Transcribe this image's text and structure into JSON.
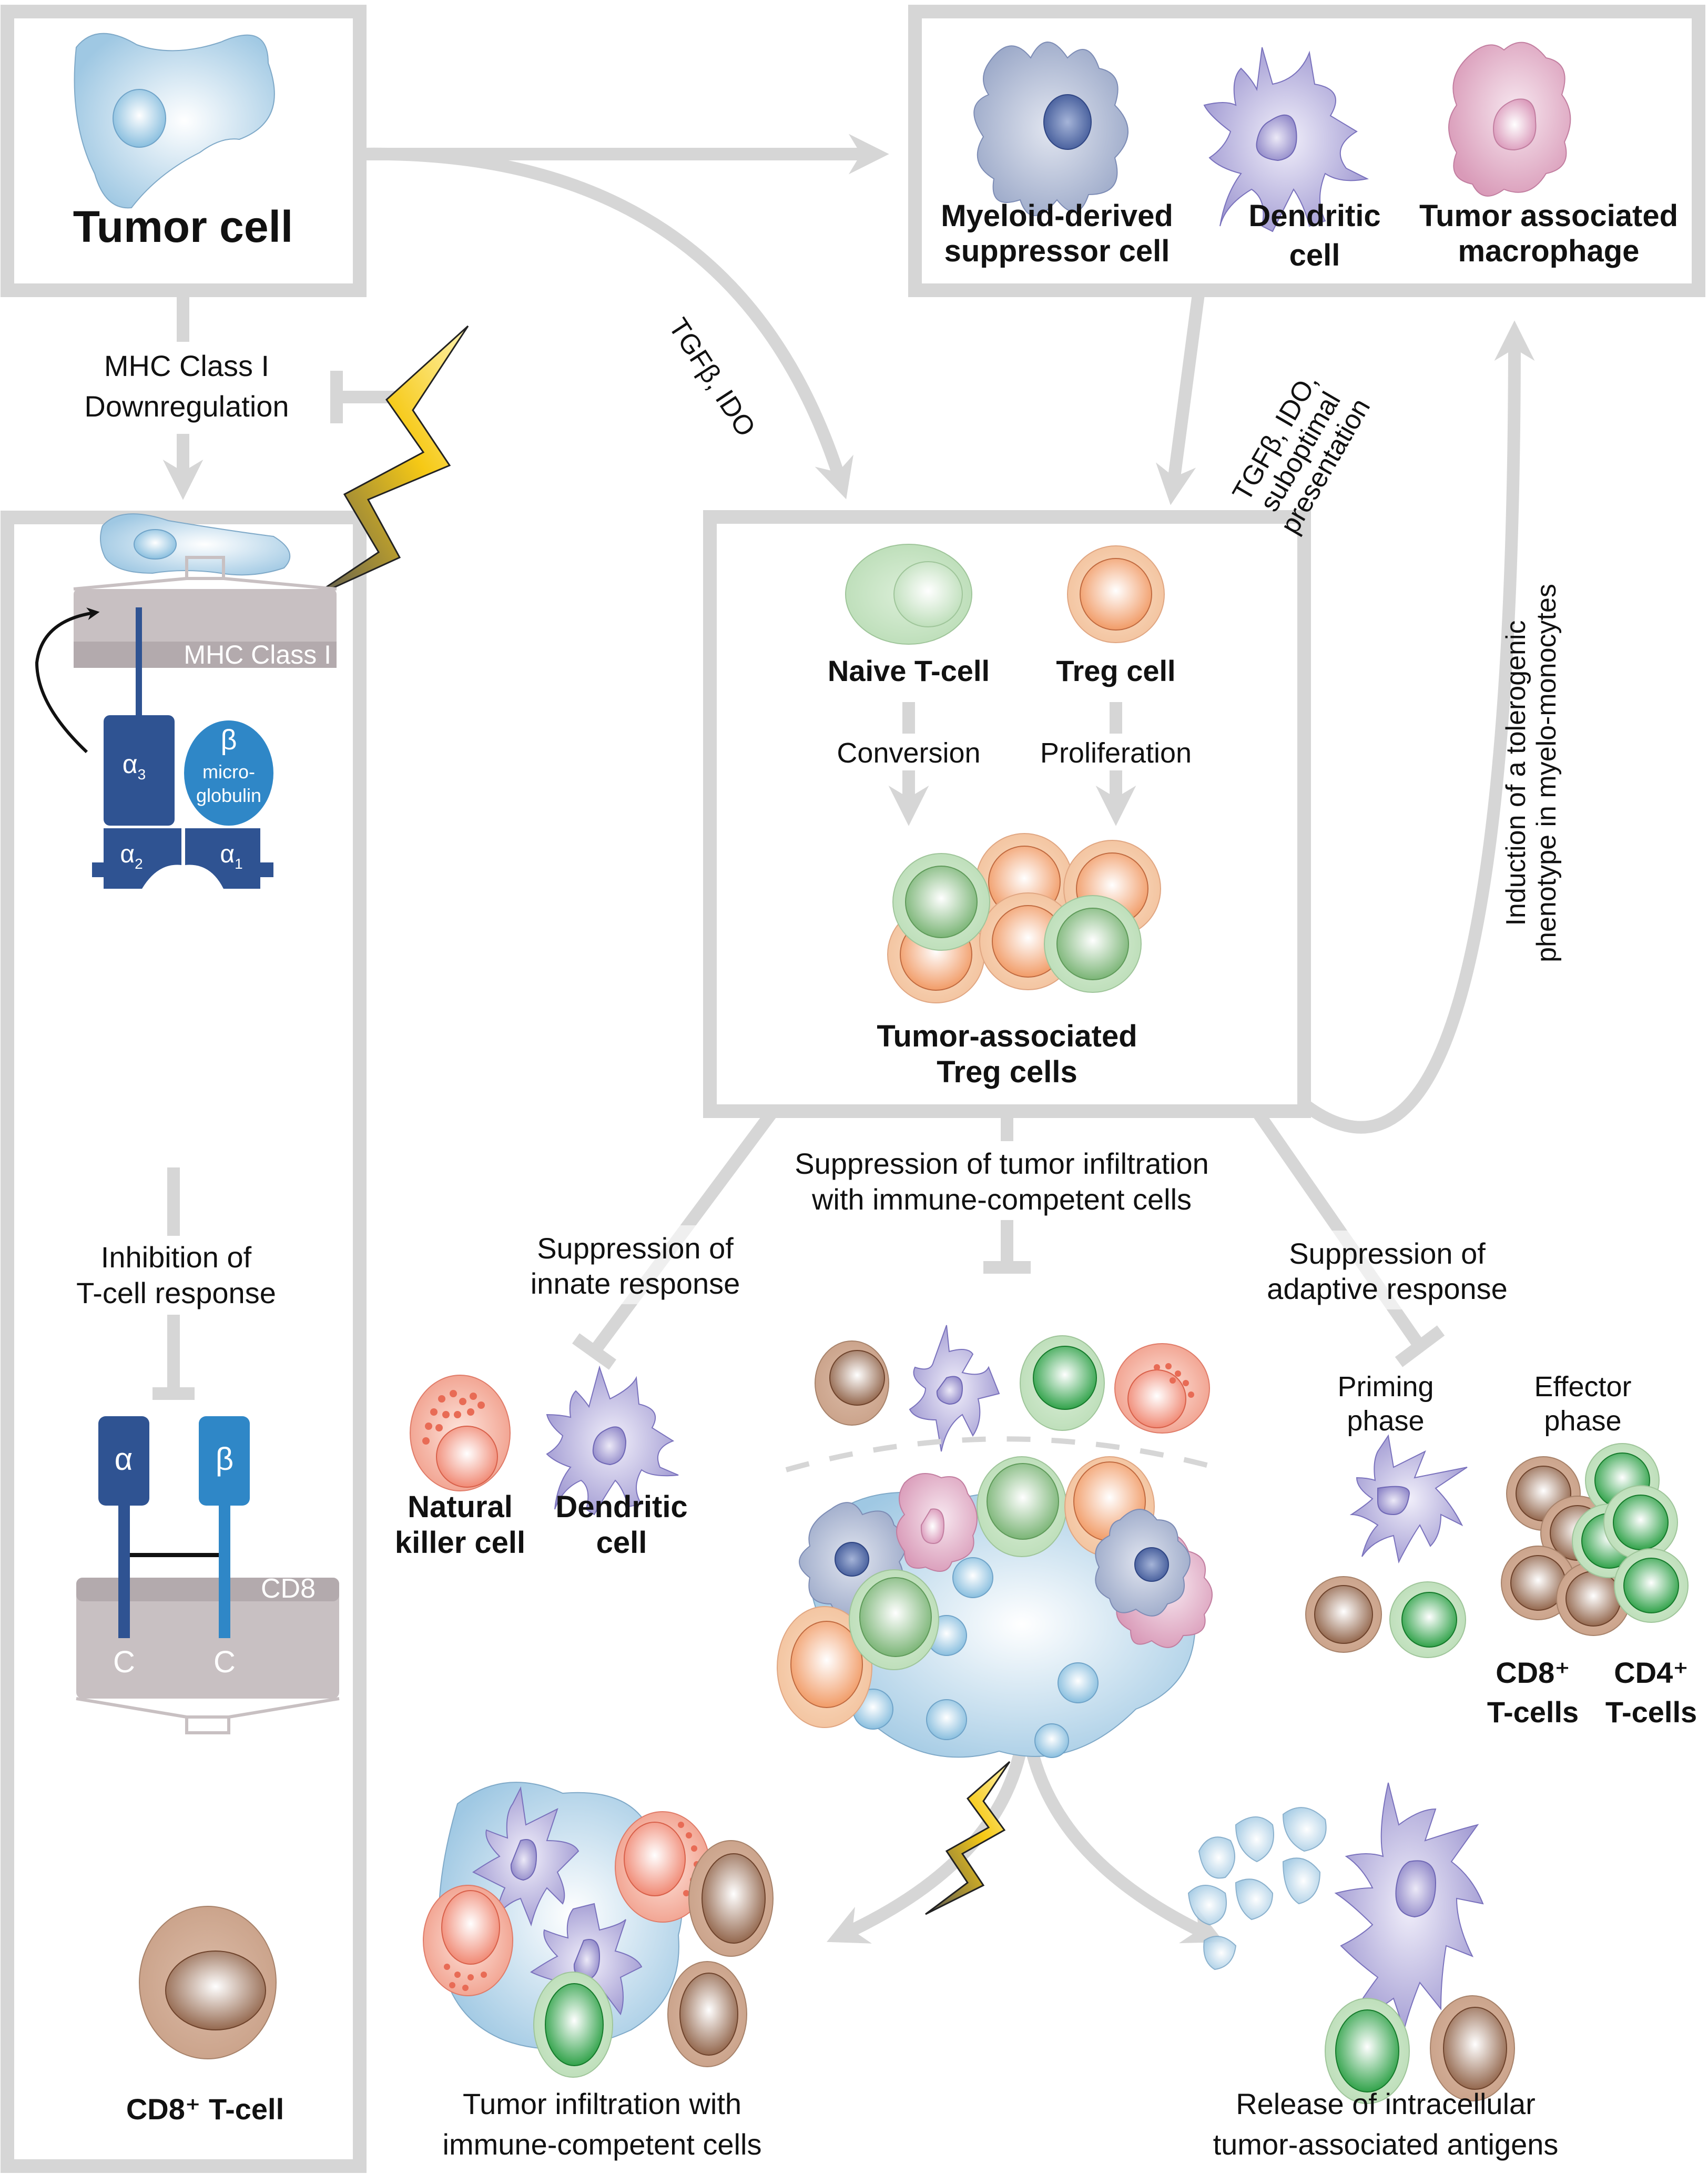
{
  "tumor_box": {
    "title": "Tumor cell"
  },
  "myeloid_box": {
    "cells": [
      {
        "line1": "Myeloid-derived",
        "line2": "suppressor cell"
      },
      {
        "line1": "Dendritic",
        "line2": "cell"
      },
      {
        "line1": "Tumor associated",
        "line2": "macrophage"
      }
    ]
  },
  "arrows": {
    "mhc_downregulation": {
      "line1": "MHC Class I",
      "line2": "Downregulation"
    },
    "tgfb_ido": "TGFβ, IDO",
    "tgfb_ido_suboptimal": {
      "line1": "TGFβ, IDO,",
      "line2": "suboptimal",
      "line3": "presentation"
    },
    "tolerogenic": {
      "line1": "Induction of a tolerogenic",
      "line2": "phenotype in myelo-monocytes"
    }
  },
  "mhc_panel": {
    "mhc_label": "MHC Class I",
    "alpha3": "α",
    "alpha3_sub": "3",
    "beta_micro": {
      "symbol": "β",
      "line1": "micro-",
      "line2": "globulin"
    },
    "alpha2": "α",
    "alpha2_sub": "2",
    "alpha1": "α",
    "alpha1_sub": "1",
    "inhibition": {
      "line1": "Inhibition of",
      "line2": "T-cell response"
    },
    "tcr_alpha": "α",
    "tcr_beta": "β",
    "cd8_label": "CD8",
    "c_left": "C",
    "c_right": "C",
    "cd8_tcell": "CD8⁺ T-cell"
  },
  "treg_box": {
    "naive": "Naive T-cell",
    "treg": "Treg cell",
    "conversion": "Conversion",
    "proliferation": "Proliferation",
    "title_line1": "Tumor-associated",
    "title_line2": "Treg cells"
  },
  "suppression": {
    "infiltration": {
      "line1": "Suppression of tumor infiltration",
      "line2": "with immune-competent cells"
    },
    "innate": {
      "line1": "Suppression of",
      "line2": "innate response"
    },
    "adaptive": {
      "line1": "Suppression of",
      "line2": "adaptive response"
    }
  },
  "innate_cells": {
    "nk": {
      "line1": "Natural",
      "line2": "killer cell"
    },
    "dc": {
      "line1": "Dendritic",
      "line2": "cell"
    }
  },
  "adaptive_cells": {
    "priming": {
      "line1": "Priming",
      "line2": "phase"
    },
    "effector": {
      "line1": "Effector",
      "line2": "phase"
    },
    "cd8": {
      "line1": "CD8⁺",
      "line2": "T-cells"
    },
    "cd4": {
      "line1": "CD4⁺",
      "line2": "T-cells"
    }
  },
  "outcomes": {
    "infiltration": {
      "line1": "Tumor infiltration with",
      "line2": "immune-competent cells"
    },
    "release": {
      "line1": "Release of intracellular",
      "line2": "tumor-associated antigens"
    }
  },
  "colors": {
    "frame": "#d6d6d6",
    "tumor_blue": "#9fc8e3",
    "mhc_dark_blue": "#2f5392",
    "mhc_light_blue": "#2f87c7",
    "membrane_gray": "#c8c0c2",
    "lightning_yellow": "#f6c915"
  }
}
